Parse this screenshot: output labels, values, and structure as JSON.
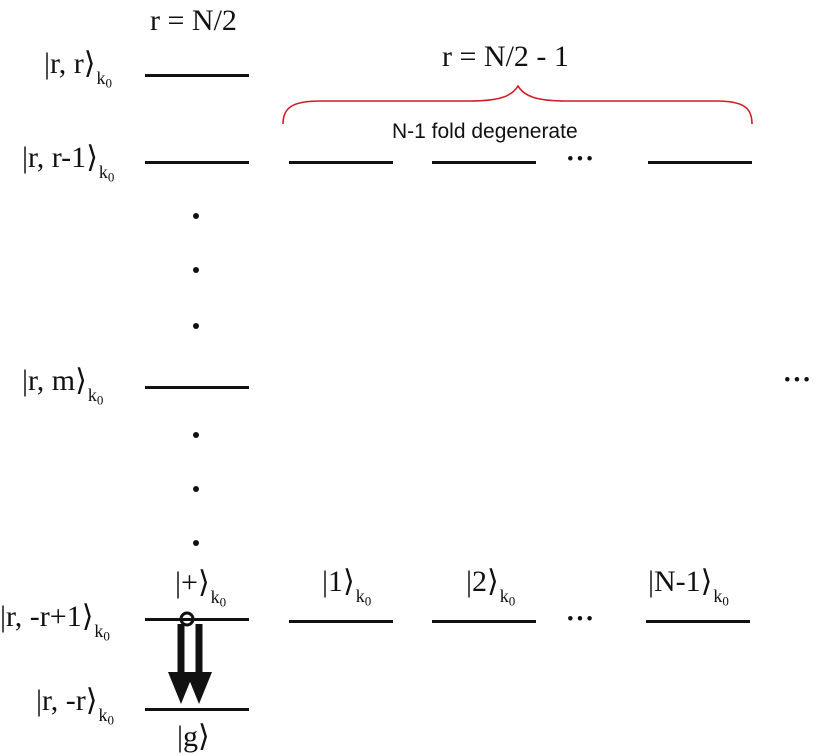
{
  "headers": {
    "col1": "r = N/2",
    "col2": "r = N/2 - 1",
    "brace_label": "N-1 fold degenerate"
  },
  "levels": {
    "rr": {
      "ket": "|r, r",
      "sub": "k",
      "sub0": "0"
    },
    "rr1": {
      "ket": "|r, r-1",
      "sub": "k",
      "sub0": "0"
    },
    "rm": {
      "ket": "|r, m",
      "sub": "k",
      "sub0": "0"
    },
    "rmr1": {
      "ket": "|r, -r+1",
      "sub": "k",
      "sub0": "0"
    },
    "rmr": {
      "ket": "|r, -r",
      "sub": "k",
      "sub0": "0"
    }
  },
  "states": {
    "plus": {
      "ket": "|+",
      "sub": "k",
      "sub0": "0"
    },
    "one": {
      "ket": "|1",
      "sub": "k",
      "sub0": "0"
    },
    "two": {
      "ket": "|2",
      "sub": "k",
      "sub0": "0"
    },
    "nm1": {
      "ket": "|N-1",
      "sub": "k",
      "sub0": "0"
    },
    "g": {
      "ket": "|g"
    }
  },
  "ellipsis": "•••",
  "colors": {
    "brace": "#d01c24",
    "ink": "#111111"
  }
}
